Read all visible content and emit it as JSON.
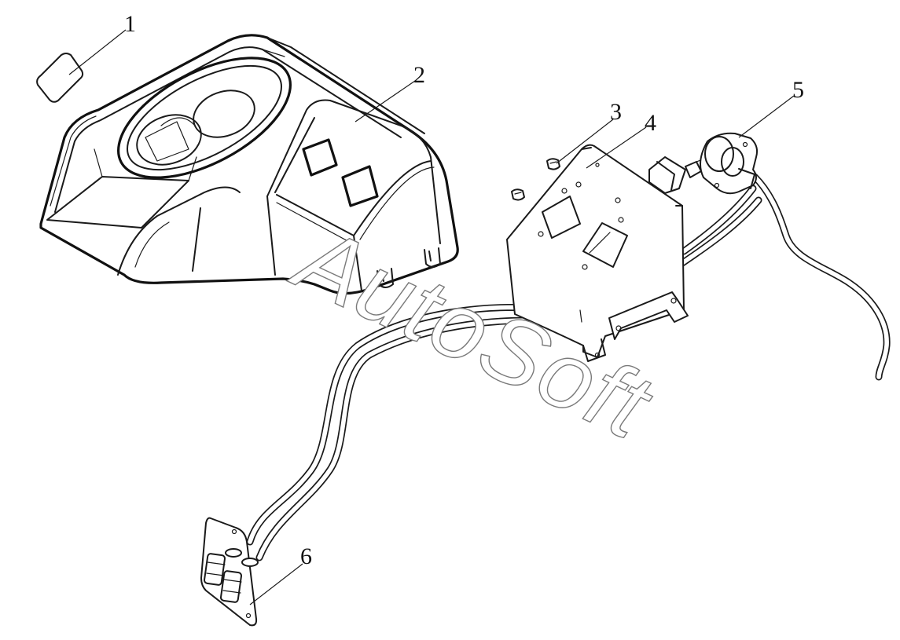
{
  "diagram": {
    "callouts": [
      {
        "id": "1",
        "label": "1"
      },
      {
        "id": "2",
        "label": "2"
      },
      {
        "id": "3",
        "label": "3"
      },
      {
        "id": "4",
        "label": "4"
      },
      {
        "id": "5",
        "label": "5"
      },
      {
        "id": "6",
        "label": "6"
      }
    ],
    "watermark": "AutoSoft"
  }
}
